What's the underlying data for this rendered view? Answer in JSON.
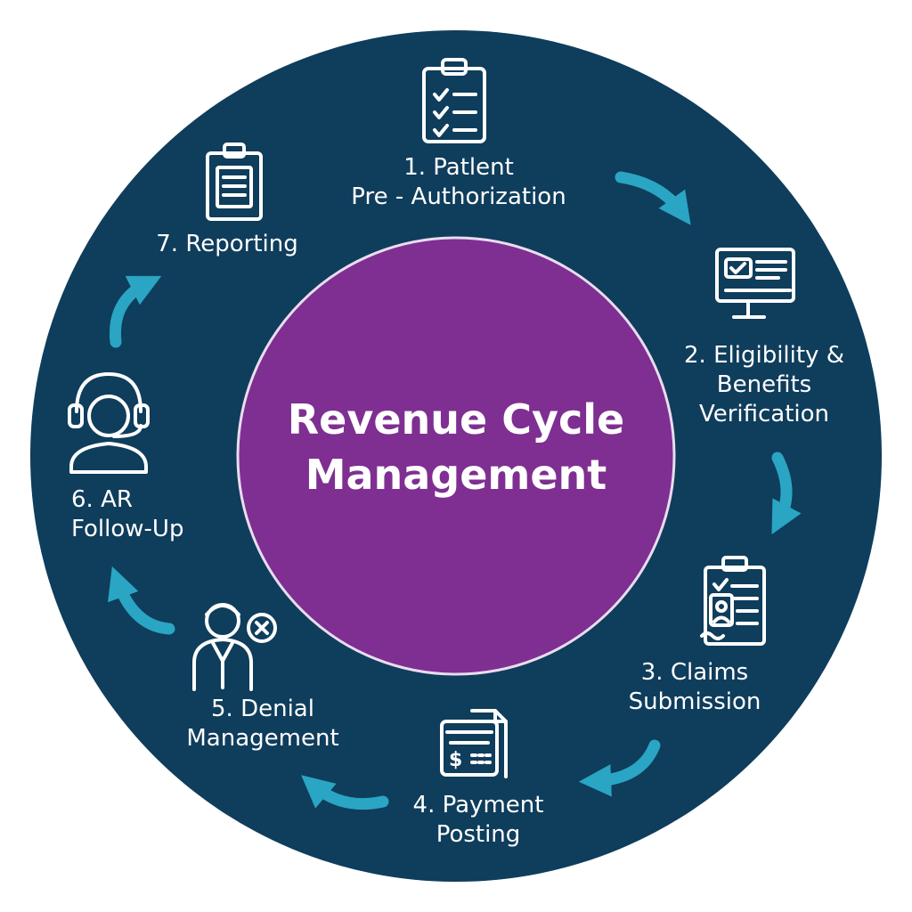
{
  "title_lines": [
    "Revenue Cycle",
    "Management"
  ],
  "steps": [
    {
      "lines": [
        "1. Patlent",
        "Pre - Authorization"
      ],
      "icon": "clipboard-checklist-icon"
    },
    {
      "lines": [
        "2. Eligibility &",
        "Benefits",
        "Verification"
      ],
      "icon": "monitor-verification-icon"
    },
    {
      "lines": [
        "3. Claims",
        "Submission"
      ],
      "icon": "claim-form-icon"
    },
    {
      "lines": [
        "4. Payment",
        "Posting"
      ],
      "icon": "payment-receipt-icon"
    },
    {
      "lines": [
        "5. Denial",
        "Management"
      ],
      "icon": "person-denied-icon"
    },
    {
      "lines": [
        "6. AR",
        "Follow-Up"
      ],
      "icon": "headset-agent-icon"
    },
    {
      "lines": [
        "7. Reporting"
      ],
      "icon": "report-clipboard-icon"
    }
  ],
  "colors": {
    "outer_ring": "#0f3d5c",
    "center": "#7e2f91",
    "arrows": "#2aa5c4",
    "text": "#ffffff"
  }
}
